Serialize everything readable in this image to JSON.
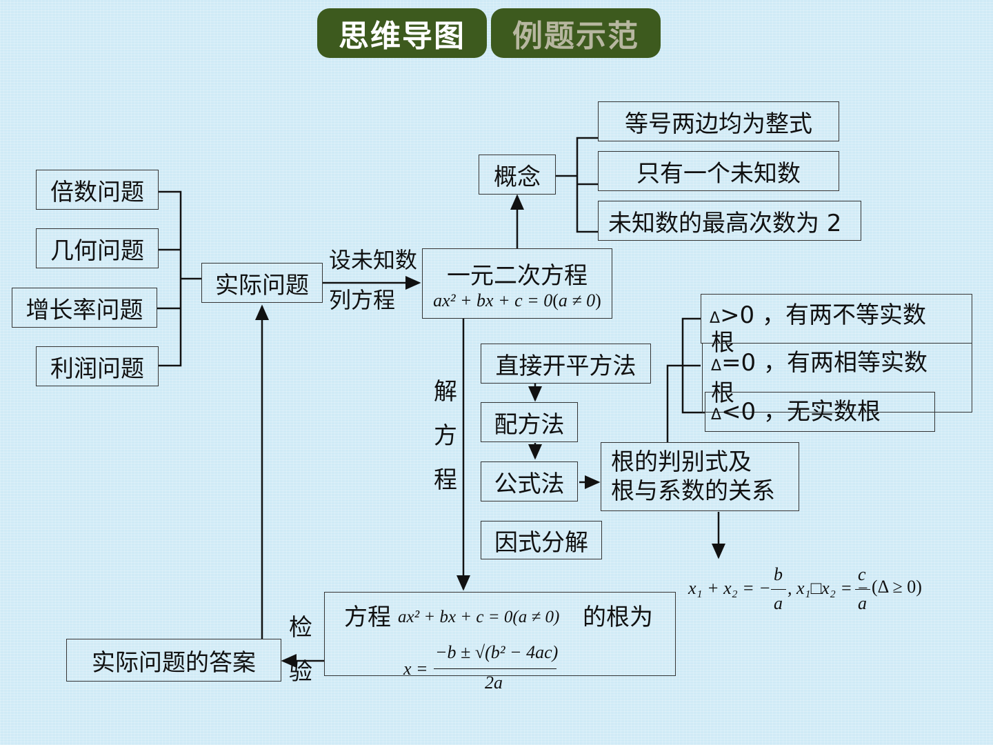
{
  "tabs": {
    "active": "思维导图",
    "inactive": "例题示范"
  },
  "problems": [
    "倍数问题",
    "几何问题",
    "增长率问题",
    "利润问题"
  ],
  "practical": "实际问题",
  "edge_top": "设未知数",
  "edge_bottom": "列方程",
  "equation": {
    "title": "一元二次方程",
    "formula_lhs": "ax² + bx + c = 0",
    "formula_cond": "a ≠ 0"
  },
  "concept": {
    "label": "概念",
    "items": [
      "等号两边均为整式",
      "只有一个未知数",
      "未知数的最高次数为 2"
    ]
  },
  "solve_chars": [
    "解",
    "方",
    "程"
  ],
  "methods": [
    "直接开平方法",
    "配方法",
    "公式法",
    "因式分解"
  ],
  "discriminant_box": {
    "line1": "根的判别式及",
    "line2": "根与系数的关系"
  },
  "discriminant": [
    {
      "sym": "Δ",
      "rest": ">0 ，有两不等实数",
      "tail": "根"
    },
    {
      "sym": "Δ",
      "rest": "=0 ，有两相等实数",
      "tail": "根"
    },
    {
      "sym": "Δ",
      "rest": "<0 ，无实数根",
      "tail": ""
    }
  ],
  "vieta": {
    "sum": "x₁ + x₂ = −",
    "sum_num": "b",
    "sum_den": "a",
    "prod": ", x₁□x₂ = −",
    "prod_num": "c",
    "prod_den": "a",
    "cond": "(Δ ≥ 0)"
  },
  "root": {
    "prefix": "方程",
    "mid_formula": "ax² + bx + c = 0(a ≠ 0)",
    "suffix": "的根为",
    "lhs": "x =",
    "num": "−b ± √(b² − 4ac)",
    "den": "2a"
  },
  "check_chars": [
    "检",
    "验"
  ],
  "answer": "实际问题的答案"
}
